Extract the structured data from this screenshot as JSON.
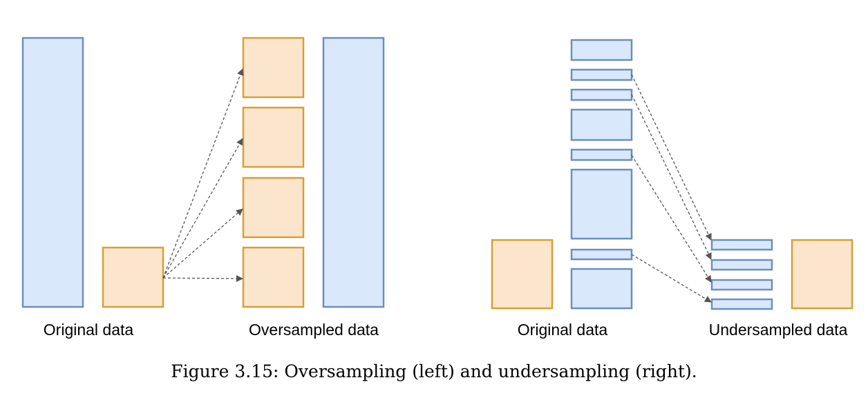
{
  "left": {
    "original_label": "Original data",
    "resampled_label": "Oversampled data"
  },
  "right": {
    "original_label": "Original data",
    "resampled_label": "Undersampled data"
  },
  "caption": "Figure 3.15: Oversampling (left) and undersampling (right).",
  "colors": {
    "majority_fill": "#dae8fc",
    "majority_stroke": "#6c8ebf",
    "minority_fill": "#fce5cd",
    "minority_stroke": "#d6a033",
    "arrow": "#555555"
  }
}
